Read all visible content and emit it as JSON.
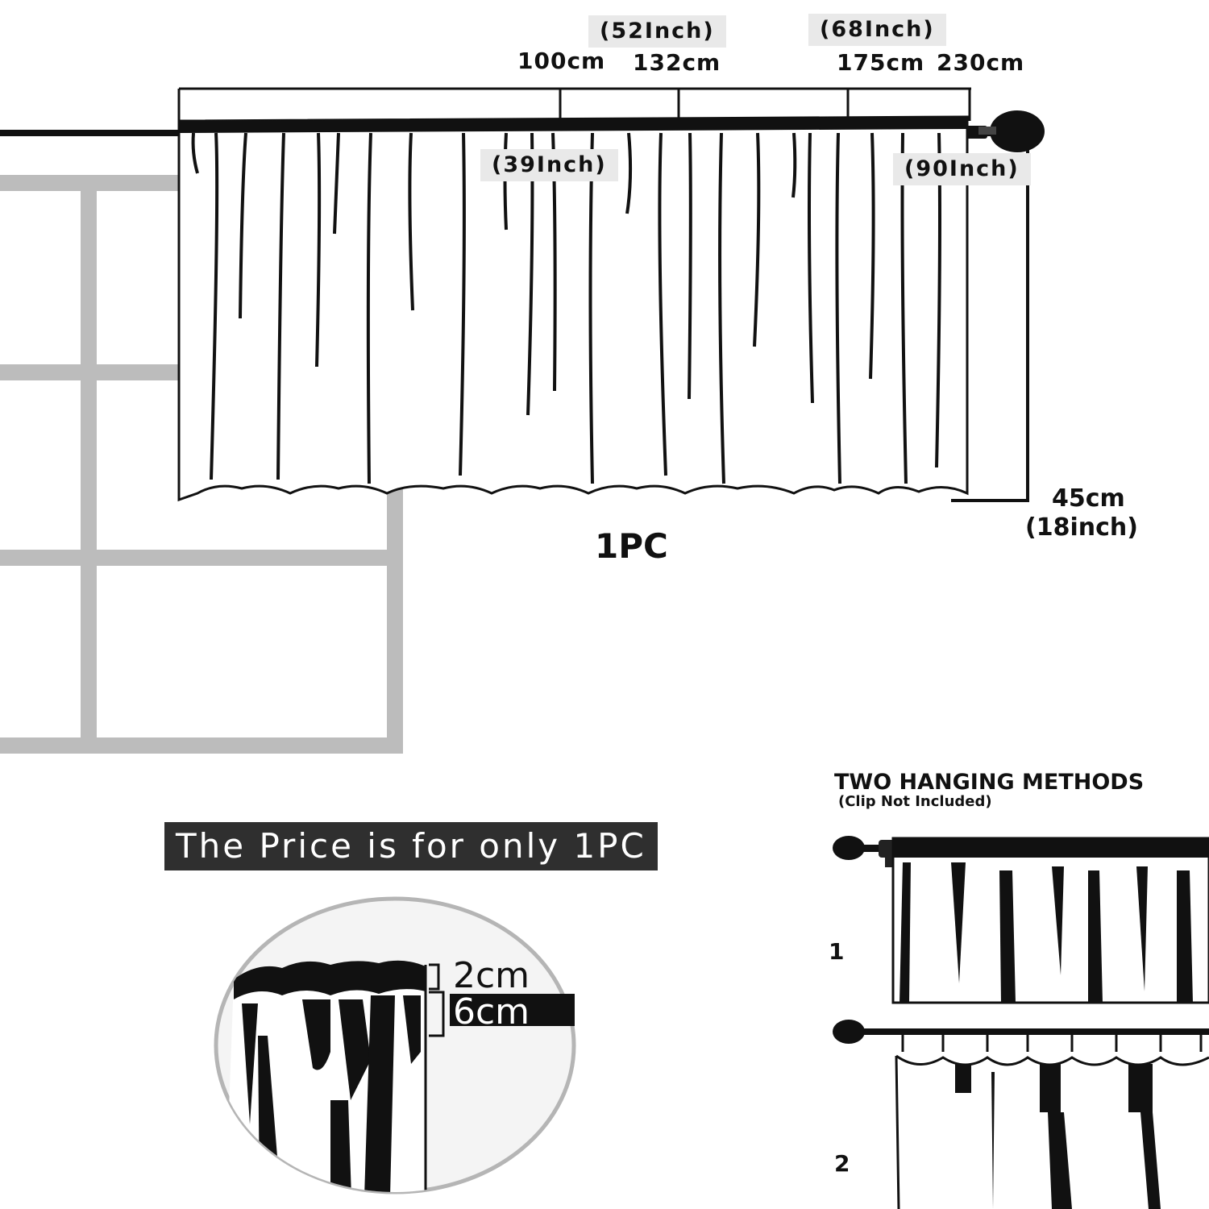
{
  "widths": [
    {
      "cm": "100cm",
      "inch": "(39Inch)"
    },
    {
      "cm": "132cm",
      "inch": "(52Inch)"
    },
    {
      "cm": "175cm",
      "inch": "(68Inch)"
    },
    {
      "cm": "230cm",
      "inch": "(90Inch)"
    }
  ],
  "height": {
    "cm": "45cm",
    "inch": "(18inch)"
  },
  "pc_label": "1PC",
  "price_note": "The Price is for only 1PC",
  "detail": {
    "pocket_top": "2cm",
    "pocket_depth": "6cm"
  },
  "methods": {
    "title": "TWO HANGING METHODS",
    "note": "(Clip Not Included)",
    "items": [
      {
        "number": "1"
      },
      {
        "number": "2"
      }
    ]
  }
}
